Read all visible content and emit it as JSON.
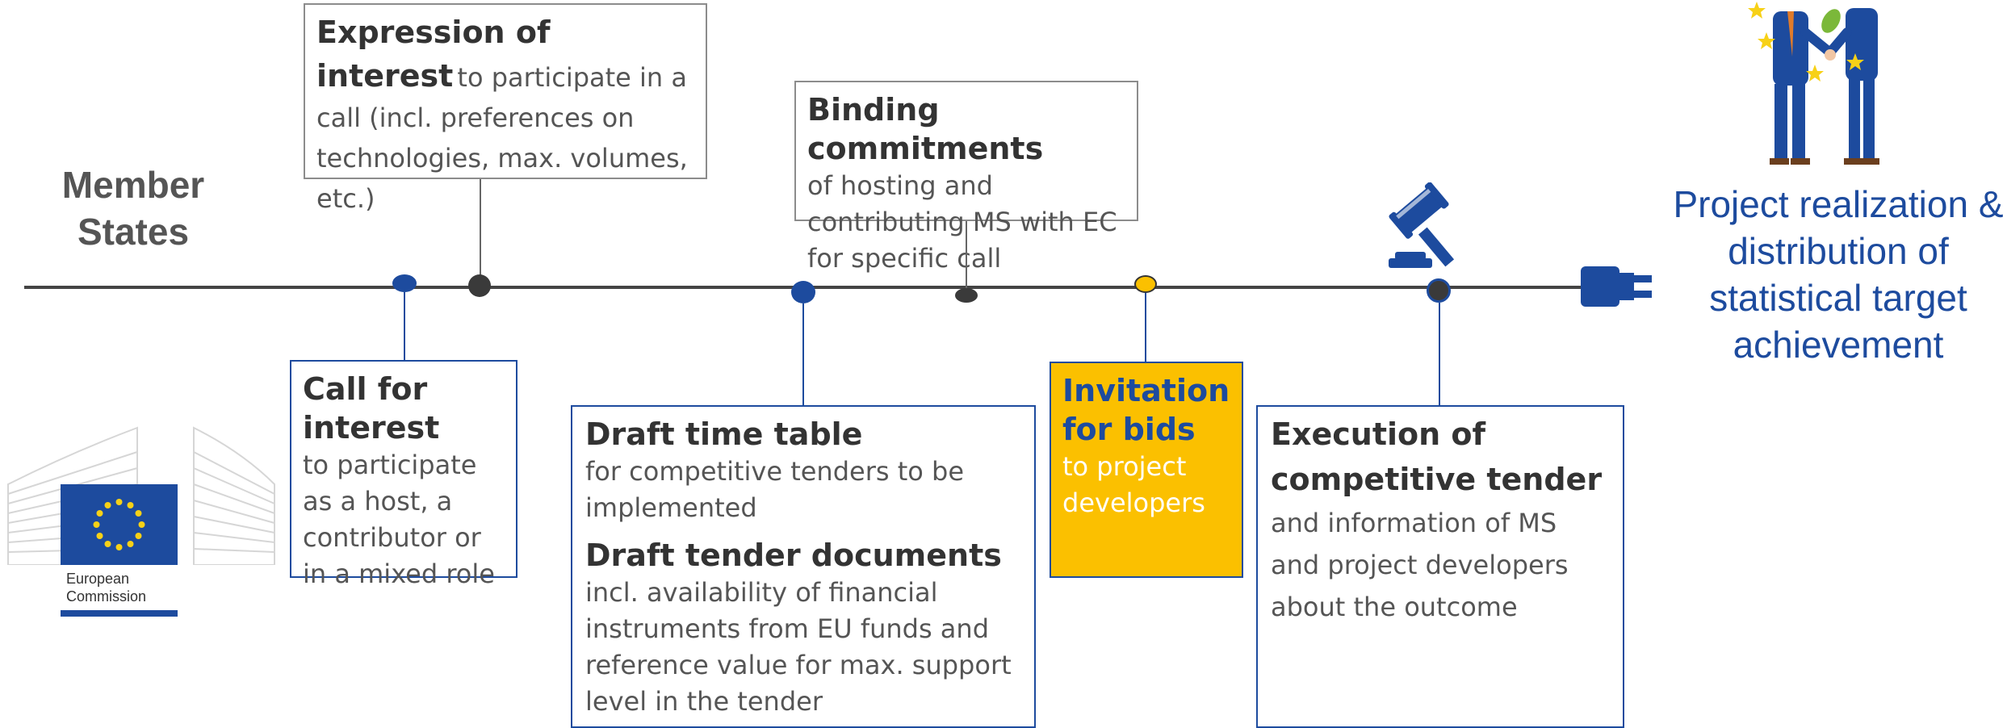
{
  "member_states": "Member States",
  "boxes": {
    "expression_interest": {
      "title": "Expression of interest",
      "text": "to participate in a call (incl. preferences on technologies, max. volumes, etc.)"
    },
    "binding_commitments": {
      "title": "Binding commitments",
      "text": "of hosting and contributing MS with EC for specific call"
    },
    "call_for_interest": {
      "title": "Call for interest",
      "text": "to participate as a host, a contributor or in a mixed role"
    },
    "draft_time_table": {
      "title": "Draft time table",
      "text": "for competitive tenders to be implemented"
    },
    "draft_tender_documents": {
      "title": "Draft tender documents",
      "text": "incl. availability of financial instruments from EU funds and reference value for max. support level in the tender"
    },
    "invitation_for_bids": {
      "title": "Invitation for bids",
      "text": "to project developers"
    },
    "execution": {
      "title": "Execution of competitive tender",
      "text": "and information of MS and project developers about the outcome"
    }
  },
  "project_realization": "Project realization & distribution of statistical target achievement",
  "logo": {
    "line1": "European",
    "line2": "Commission"
  },
  "colors": {
    "blue": "#1d4b9e",
    "gold": "#fbc000",
    "gray": "#8c8c8c",
    "dark": "#333333",
    "realization_text": "#1d4b9e"
  },
  "icons": [
    "gavel-icon",
    "plug-icon",
    "handshake-people-icon",
    "eu-flag-icon"
  ]
}
